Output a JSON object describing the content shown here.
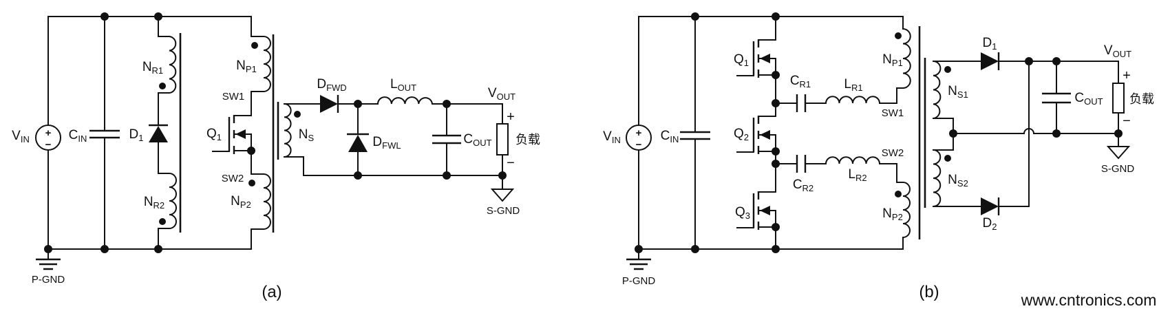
{
  "colors": {
    "wire": "#111111",
    "highlight_red": "#e8251d",
    "watermark_green": "#b9dfa2",
    "background": "#ffffff"
  },
  "watermark": {
    "text": "www.cntronics.com"
  },
  "circuit_a": {
    "caption": "(a)",
    "labels": {
      "vin": {
        "main": "V",
        "sub": "IN"
      },
      "cin": {
        "main": "C",
        "sub": "IN"
      },
      "nr1": {
        "main": "N",
        "sub": "R1"
      },
      "nr2": {
        "main": "N",
        "sub": "R2"
      },
      "d1": {
        "main": "D",
        "sub": "1"
      },
      "np1": {
        "main": "N",
        "sub": "P1"
      },
      "np2": {
        "main": "N",
        "sub": "P2"
      },
      "q1": {
        "main": "Q",
        "sub": "1"
      },
      "ns": {
        "main": "N",
        "sub": "S"
      },
      "dfwd": {
        "main": "D",
        "sub": "FWD"
      },
      "dfwl": {
        "main": "D",
        "sub": "FWL"
      },
      "lout": {
        "main": "L",
        "sub": "OUT"
      },
      "cout": {
        "main": "C",
        "sub": "OUT"
      },
      "vout": {
        "main": "V",
        "sub": "OUT"
      },
      "sw1": "SW1",
      "sw2": "SW2",
      "src_plus": "+",
      "src_minus": "−",
      "plus": "+",
      "minus": "−",
      "load": "负载",
      "sgnd": "S-GND",
      "pgnd": "P-GND"
    }
  },
  "circuit_b": {
    "caption": "(b)",
    "labels": {
      "vin": {
        "main": "V",
        "sub": "IN"
      },
      "cin": {
        "main": "C",
        "sub": "IN"
      },
      "q1": {
        "main": "Q",
        "sub": "1"
      },
      "q2": {
        "main": "Q",
        "sub": "2"
      },
      "q3": {
        "main": "Q",
        "sub": "3"
      },
      "cr1": {
        "main": "C",
        "sub": "R1"
      },
      "cr2": {
        "main": "C",
        "sub": "R2"
      },
      "lr1": {
        "main": "L",
        "sub": "R1"
      },
      "lr2": {
        "main": "L",
        "sub": "R2"
      },
      "np1": {
        "main": "N",
        "sub": "P1"
      },
      "np2": {
        "main": "N",
        "sub": "P2"
      },
      "ns1": {
        "main": "N",
        "sub": "S1"
      },
      "ns2": {
        "main": "N",
        "sub": "S2"
      },
      "d1": {
        "main": "D",
        "sub": "1"
      },
      "d2": {
        "main": "D",
        "sub": "2"
      },
      "cout": {
        "main": "C",
        "sub": "OUT"
      },
      "vout": {
        "main": "V",
        "sub": "OUT"
      },
      "sw1": "SW1",
      "sw2": "SW2",
      "src_plus": "+",
      "src_minus": "−",
      "plus": "+",
      "minus": "−",
      "load": "负载",
      "sgnd": "S-GND",
      "pgnd": "P-GND"
    }
  }
}
